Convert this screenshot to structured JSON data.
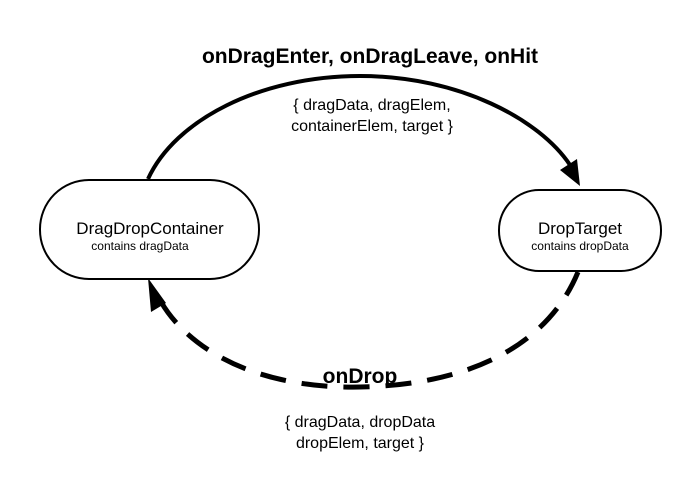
{
  "nodes": {
    "container": {
      "title": "DragDropContainer",
      "subtitle": "contains dragData"
    },
    "target": {
      "title": "DropTarget",
      "subtitle": "contains dropData"
    }
  },
  "edges": {
    "forward": {
      "label": "onDragEnter, onDragLeave, onHit",
      "payload_line1": "{ dragData, dragElem,",
      "payload_line2": "containerElem, target }",
      "style": "solid"
    },
    "back": {
      "label": "onDrop",
      "payload_line1": "{ dragData, dropData",
      "payload_line2": "dropElem, target }",
      "style": "dashed"
    }
  },
  "colors": {
    "stroke": "#000000",
    "background": "#ffffff"
  }
}
